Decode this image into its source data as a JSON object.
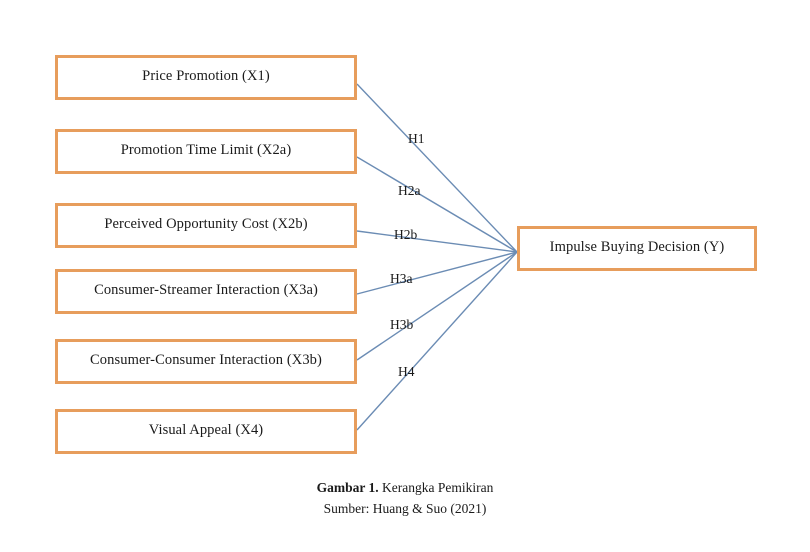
{
  "diagram": {
    "title": "Kerangka Pemikiran research framework diagram",
    "colors": {
      "box_border": "#e79d5c",
      "box_fill": "#ffffff",
      "connector": "#6b8cb4",
      "background": "#ffffff",
      "text": "#1a1a1a"
    },
    "exogenous_nodes": [
      {
        "id": "X1",
        "label": "Price Promotion (X1)"
      },
      {
        "id": "X2a",
        "label": "Promotion Time Limit (X2a)"
      },
      {
        "id": "X2b",
        "label": "Perceived Opportunity Cost (X2b)"
      },
      {
        "id": "X3a",
        "label": "Consumer-Streamer Interaction (X3a)"
      },
      {
        "id": "X3b",
        "label": "Consumer-Consumer Interaction (X3b)"
      },
      {
        "id": "X4",
        "label": "Visual Appeal (X4)"
      }
    ],
    "endogenous_node": {
      "id": "Y",
      "label": "Impulse Buying Decision (Y)"
    },
    "hypotheses": [
      {
        "id": "H1",
        "label": "H1",
        "from": "X1",
        "to": "Y"
      },
      {
        "id": "H2a",
        "label": "H2a",
        "from": "X2a",
        "to": "Y"
      },
      {
        "id": "H2b",
        "label": "H2b",
        "from": "X2b",
        "to": "Y"
      },
      {
        "id": "H3a",
        "label": "H3a",
        "from": "X3a",
        "to": "Y"
      },
      {
        "id": "H3b",
        "label": "H3b",
        "from": "X3b",
        "to": "Y"
      },
      {
        "id": "H4",
        "label": "H4",
        "from": "X4",
        "to": "Y"
      }
    ],
    "caption": {
      "figure_number": "Gambar 1.",
      "figure_title": "Kerangka Pemikiran",
      "source": "Sumber: Huang & Suo (2021)"
    }
  }
}
